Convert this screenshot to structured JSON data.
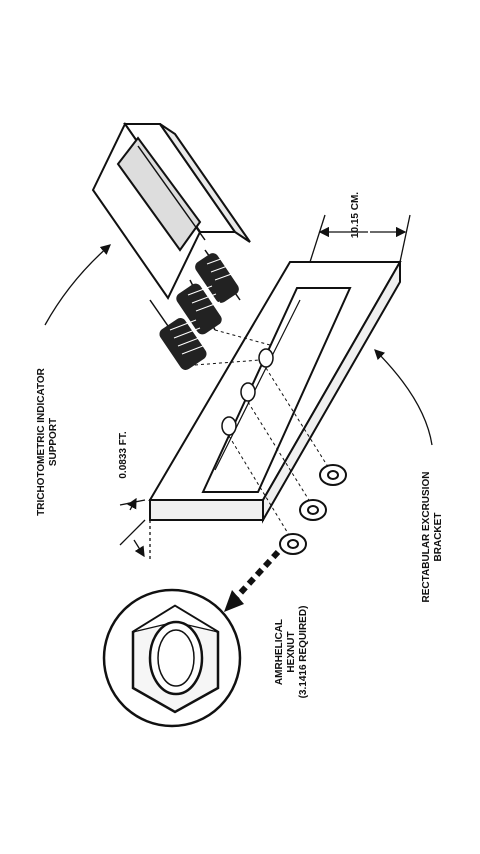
{
  "diagram": {
    "labels": {
      "trichometric_line1": "TRICHOTOMETRIC INDICATOR",
      "trichometric_line2": "SUPPORT",
      "dim_ft": "0.0833 FT.",
      "dim_cm": "10.15 CM.",
      "bracket_line1": "RECTABULAR EXCRUSION",
      "bracket_line2": "BRACKET",
      "hexnut_line1": "AMRHELICAL",
      "hexnut_line2": "HEXNUT",
      "hexnut_line3": "(3.1416 REQUIRED)"
    }
  }
}
